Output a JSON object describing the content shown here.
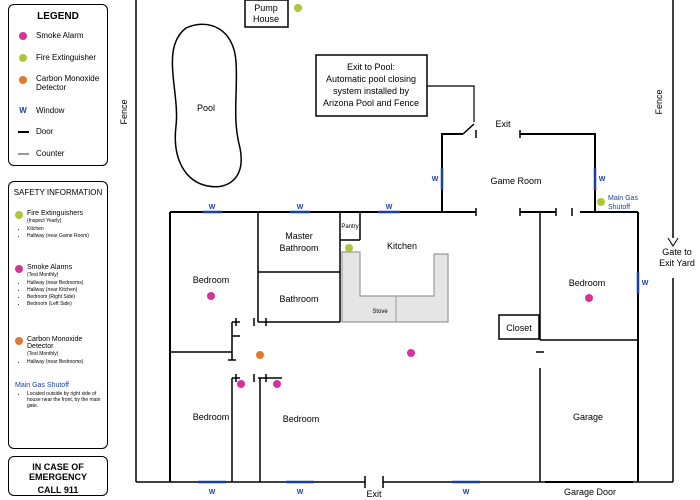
{
  "colors": {
    "smoke_alarm": "#d6339a",
    "fire_extinguisher": "#a9c93a",
    "co_detector": "#e07a2e",
    "window": "#1a3fa0",
    "counter": "#999999",
    "counter_fill": "#e5e5e5"
  },
  "legend": {
    "title": "LEGEND",
    "smoke_alarm": "Smoke Alarm",
    "fire_extinguisher": "Fire Extinguisher",
    "co_line1": "Carbon Monoxide",
    "co_line2": "Detector",
    "window_symbol": "W",
    "window": "Window",
    "door": "Door",
    "counter": "Counter"
  },
  "safety": {
    "title": "SAFETY INFORMATION",
    "fire": {
      "title": "Fire Extinguishers",
      "note": "(Inspect Yearly)",
      "items": [
        "Kitchen",
        "Hallway (near Game Room)"
      ]
    },
    "smoke": {
      "title": "Smoke Alarms",
      "note": "(Test Monthly)",
      "items": [
        "Hallway (near Bedrooms)",
        "Hallway (near Kitchen)",
        "Bedroom (Right Side)",
        "Bedroom (Left Side)"
      ]
    },
    "co": {
      "title": "Carbon Monoxide Detector",
      "note": "(Test Monthly)",
      "items": [
        "Hallway (near Bedrooms)"
      ]
    },
    "gas": {
      "title": "Main Gas Shutoff",
      "items": [
        "Located outside by right side of house near the front, by the main gate."
      ]
    }
  },
  "emergency": {
    "line1": "IN CASE OF EMERGENCY",
    "line2": "CALL 911"
  },
  "plan": {
    "pump_line1": "Pump",
    "pump_line2": "House",
    "pool": "Pool",
    "fence_left": "Fence",
    "fence_right": "Fence",
    "callout": [
      "Exit to Pool:",
      "Automatic pool closing",
      "system installed by",
      "Arizona Pool and Fence"
    ],
    "exit_top": "Exit",
    "exit_bottom": "Exit",
    "game_room": "Game Room",
    "gas_line1": "Main Gas",
    "gas_line2": "Shutoff",
    "gate_line1": "Gate to",
    "gate_line2": "Exit Yard",
    "master_line1": "Master",
    "master_line2": "Bathroom",
    "pantry": "Pantry",
    "kitchen": "Kitchen",
    "stove": "Stove",
    "bedroom_tl": "Bedroom",
    "bathroom": "Bathroom",
    "bedroom_right": "Bedroom",
    "closet": "Closet",
    "bedroom_bl": "Bedroom",
    "bedroom_bm": "Bedroom",
    "garage": "Garage",
    "garage_door": "Garage Door",
    "window_symbol": "W"
  }
}
